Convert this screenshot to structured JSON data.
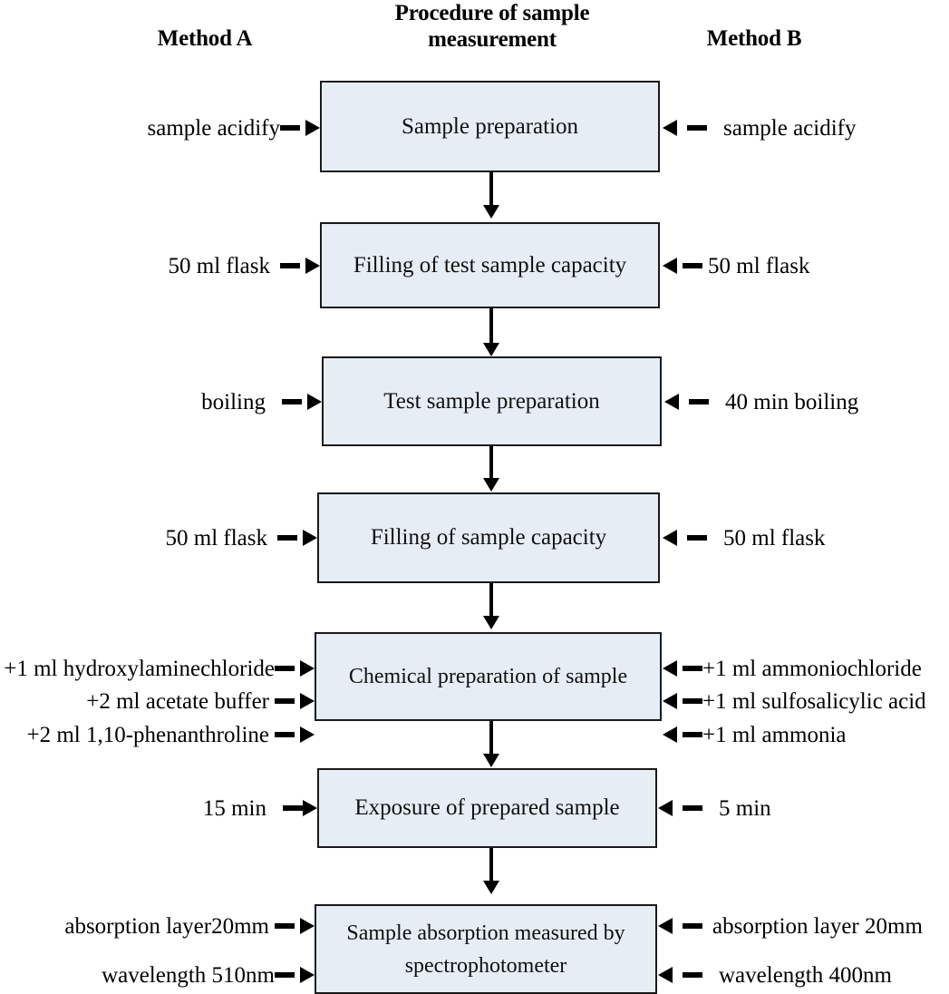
{
  "headers": {
    "left": "Method A",
    "center": "Procedure of  sample measurement",
    "right": "Method B"
  },
  "colors": {
    "box_fill": "#e7edf5",
    "box_border": "#1a1a1a",
    "text": "#101010",
    "background": "#ffffff"
  },
  "steps": [
    {
      "box_label": "Sample preparation",
      "left": [
        "sample acidify"
      ],
      "right": [
        "sample acidify"
      ]
    },
    {
      "box_label": "Filling of test sample capacity",
      "left": [
        "50 ml flask"
      ],
      "right": [
        "50 ml flask"
      ]
    },
    {
      "box_label": "Test sample preparation",
      "left": [
        "boiling"
      ],
      "right": [
        "40 min boiling"
      ]
    },
    {
      "box_label": "Filling of sample capacity",
      "left": [
        "50 ml flask"
      ],
      "right": [
        "50 ml flask"
      ]
    },
    {
      "box_label": "Chemical preparation of sample",
      "left": [
        "+1 ml hydroxylaminechloride",
        "+2 ml acetate buffer",
        "+2 ml  1,10-phenanthroline"
      ],
      "right": [
        "+1 ml ammoniochloride",
        "+1 ml sulfosalicylic acid",
        "+1 ml  ammonia"
      ]
    },
    {
      "box_label": "Exposure of prepared sample",
      "left": [
        "15 min"
      ],
      "right": [
        "5 min"
      ]
    },
    {
      "box_label": "Sample absorption measured by spectrophotometer",
      "left": [
        "absorption layer20mm",
        "wavelength 510nm"
      ],
      "right": [
        "absorption layer 20mm",
        "wavelength 400nm"
      ]
    }
  ],
  "icons": {
    "arrow_right": "right-arrow-icon",
    "arrow_left": "left-arrow-icon",
    "arrow_down": "down-arrow-icon",
    "dash": "dash-icon"
  }
}
